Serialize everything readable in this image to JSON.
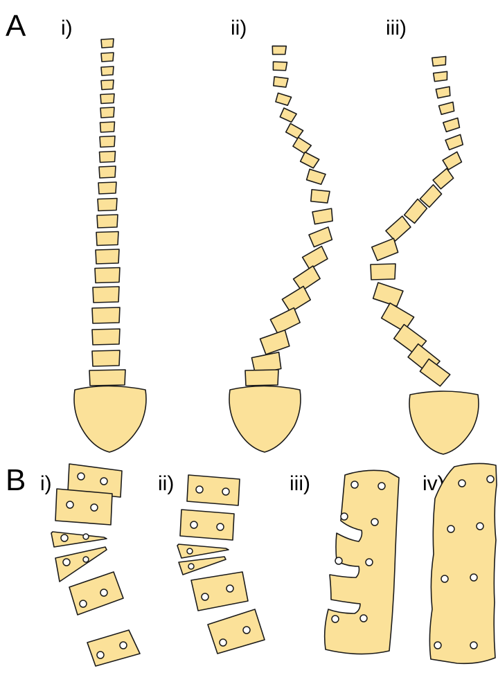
{
  "colors": {
    "bone_fill": "#FBE199",
    "outline": "#1a1a1a",
    "hole_fill": "#ffffff"
  },
  "panel_a": {
    "letter": "A",
    "labels": [
      "i)",
      "ii)",
      "iii)"
    ]
  },
  "panel_b": {
    "letter": "B",
    "labels": [
      "i)",
      "ii)",
      "iii)",
      "iv)"
    ]
  }
}
